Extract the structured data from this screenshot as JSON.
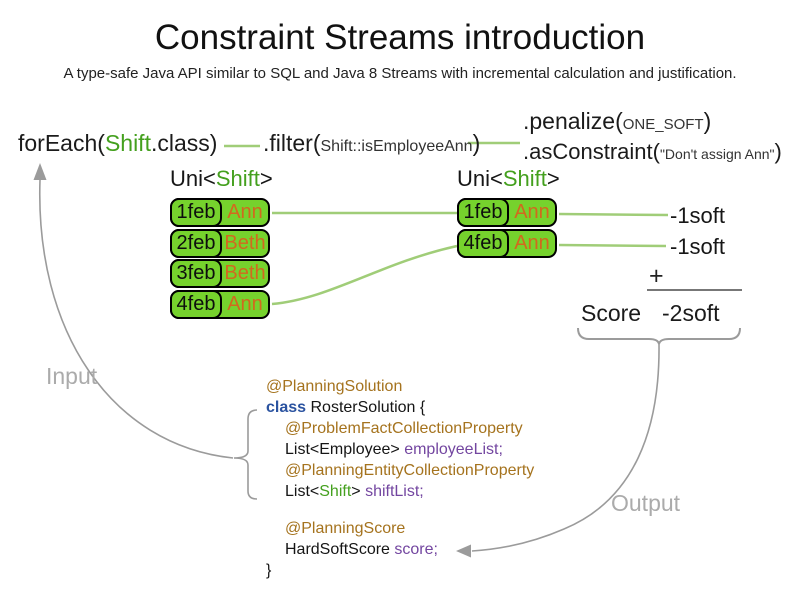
{
  "title": "Constraint Streams introduction",
  "subtitle": "A type-safe Java API similar to SQL and Java 8 Streams with incremental calculation and justification.",
  "pipeline": {
    "foreach": {
      "pre": "forEach(",
      "type": "Shift",
      "post": ".class)"
    },
    "filter": {
      "pre": ".filter(",
      "arg_type": "Shift",
      "arg_rest": "::isEmployeeAnn",
      "post": ")"
    },
    "penalize": {
      "pre": ".penalize(",
      "arg": "ONE_SOFT",
      "post": ")"
    },
    "as_constraint": {
      "pre": ".asConstraint(",
      "arg": "\"Don't assign Ann\"",
      "post": ")"
    }
  },
  "left_stream": {
    "label": {
      "pre": "Uni<",
      "type": "Shift",
      "post": ">"
    },
    "rows": [
      {
        "date": "1feb",
        "employee": "Ann"
      },
      {
        "date": "2feb",
        "employee": "Beth"
      },
      {
        "date": "3feb",
        "employee": "Beth"
      },
      {
        "date": "4feb",
        "employee": "Ann"
      }
    ]
  },
  "right_stream": {
    "label": {
      "pre": "Uni<",
      "type": "Shift",
      "post": ">"
    },
    "rows": [
      {
        "date": "1feb",
        "employee": "Ann",
        "penalty": "-1soft"
      },
      {
        "date": "4feb",
        "employee": "Ann",
        "penalty": "-1soft"
      }
    ]
  },
  "score_summary": {
    "plus": "+",
    "label": "Score",
    "total": "-2soft"
  },
  "flow_labels": {
    "input": "Input",
    "output": "Output"
  },
  "code": {
    "annotation_solution": "@PlanningSolution",
    "class_keyword": "class",
    "class_decl": " RosterSolution {",
    "annotation_problem_fact": "@ProblemFactCollectionProperty",
    "field1_type": "List<Employee> ",
    "field1_name": "employeeList;",
    "annotation_planning_entity": "@PlanningEntityCollectionProperty",
    "field2_type_pre": "List<",
    "field2_type_shift": "Shift",
    "field2_type_post": "> ",
    "field2_name": "shiftList;",
    "annotation_score": "@PlanningScore",
    "field3_type": "HardSoftScore ",
    "field3_name": "score;",
    "closing_brace": "}"
  },
  "colors": {
    "cell_green": "#76d22d",
    "type_green": "#44a01e",
    "connector_green": "#a0cd78",
    "employee_orange": "#d2691e",
    "annotation_brown": "#a5731e",
    "keyword_blue": "#2b53a0",
    "field_purple": "#7346a0",
    "flow_gray": "#9b9b9b",
    "label_gray": "#ababab"
  }
}
